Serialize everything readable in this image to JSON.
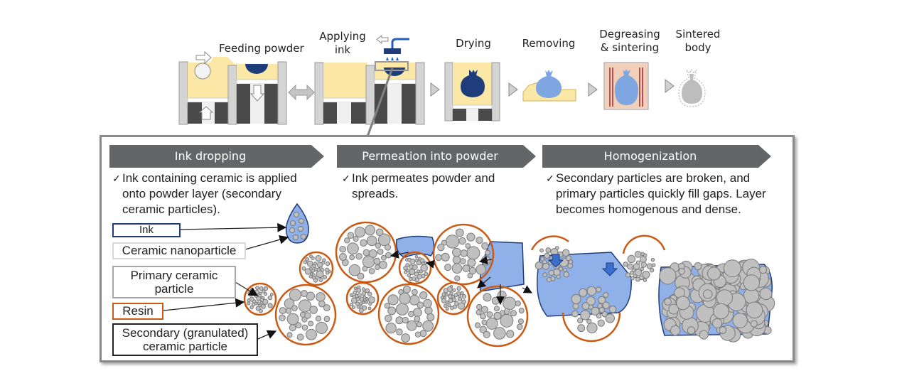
{
  "process_flow": {
    "steps": [
      {
        "id": "feeding",
        "label": "Feeding powder"
      },
      {
        "id": "applying",
        "label_line1": "Applying",
        "label_line2": "ink"
      },
      {
        "id": "drying",
        "label": "Drying"
      },
      {
        "id": "removing",
        "label": "Removing"
      },
      {
        "id": "degreasing",
        "label_line1": "Degreasing",
        "label_line2": "& sintering"
      },
      {
        "id": "sintered",
        "label_line1": "Sintered",
        "label_line2": "body"
      }
    ]
  },
  "detail_panel": {
    "stages": [
      {
        "title": "Ink dropping",
        "check": "✓",
        "description": "Ink containing ceramic is applied onto powder layer (secondary ceramic particles)."
      },
      {
        "title": "Permeation into powder",
        "check": "✓",
        "description": "Ink permeates powder and spreads."
      },
      {
        "title": "Homogenization",
        "check": "✓",
        "description": "Secondary particles are broken, and primary particles quickly fill gaps. Layer becomes homogenous and dense."
      }
    ],
    "legend": {
      "ink": "Ink",
      "ceramic_nanoparticle": "Ceramic nanoparticle",
      "primary_line1": "Primary ceramic",
      "primary_line2": "particle",
      "resin": "Resin",
      "secondary_line1": "Secondary (granulated)",
      "secondary_line2": "ceramic particle"
    }
  },
  "colors": {
    "powder": "#fbe7a6",
    "ink_dark": "#1f3d7a",
    "ink_light": "#7ea6e0",
    "ink_fill": "#8fb0e8",
    "resin": "#c85a14",
    "particle": "#c0c0c0",
    "particle_stroke": "#7a7a7a",
    "header_gray": "#646566",
    "machine_dark": "#4a4a4a"
  }
}
